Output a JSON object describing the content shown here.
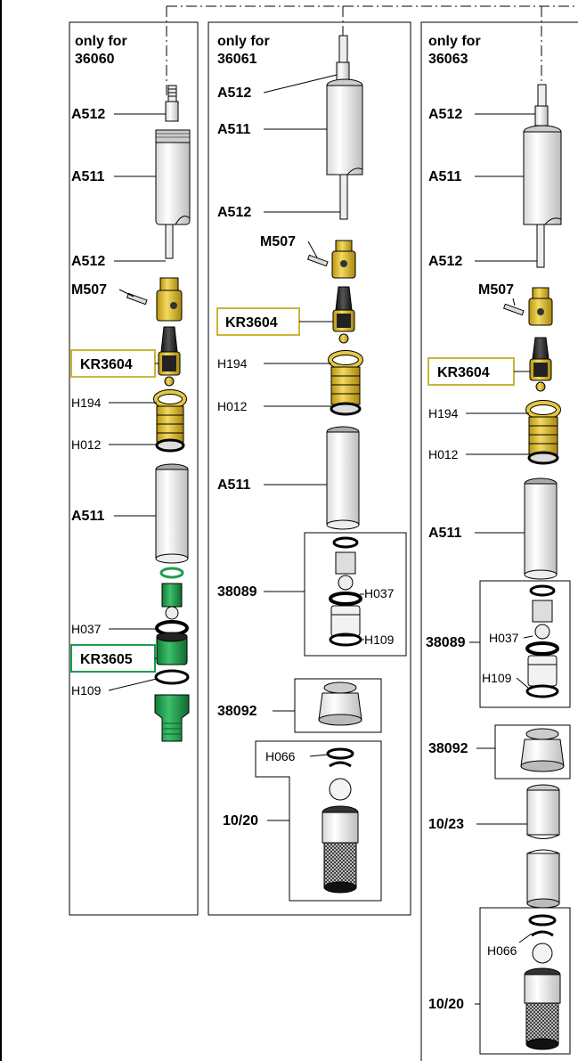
{
  "colors": {
    "yellow": "#e6c640",
    "yellow_dark": "#8a6e00",
    "green": "#1f9c4d",
    "green_dark": "#0d5a28",
    "yellow_box": "#c9b43a",
    "green_box": "#1f9c4d"
  },
  "col1": {
    "header_line1": "only for",
    "header_line2": "36060",
    "labels": {
      "a512_top": "A512",
      "a511_top": "A511",
      "a512_mid": "A512",
      "m507": "M507",
      "kr3604": "KR3604",
      "h194": "H194",
      "h012": "H012",
      "a511_bottom": "A511",
      "h037": "H037",
      "kr3605": "KR3605",
      "h109": "H109"
    }
  },
  "col2": {
    "header_line1": "only for",
    "header_line2": "36061",
    "labels": {
      "a512_top": "A512",
      "a511_top": "A511",
      "a512_mid": "A512",
      "m507": "M507",
      "kr3604": "KR3604",
      "h194": "H194",
      "h012": "H012",
      "a511_bottom": "A511",
      "p38089": "38089",
      "h037": "H037",
      "h109": "H109",
      "p38092": "38092",
      "h066": "H066",
      "p1020": "10/20"
    }
  },
  "col3": {
    "header_line1": "only for",
    "header_line2": "36063",
    "labels": {
      "a512_top": "A512",
      "a511_top": "A511",
      "a512_mid": "A512",
      "m507": "M507",
      "kr3604": "KR3604",
      "h194": "H194",
      "h012": "H012",
      "a511_bottom": "A511",
      "p38089": "38089",
      "h037": "H037",
      "h109": "H109",
      "p38092": "38092",
      "p1023": "10/23",
      "h066": "H066",
      "p1020": "10/20"
    }
  }
}
